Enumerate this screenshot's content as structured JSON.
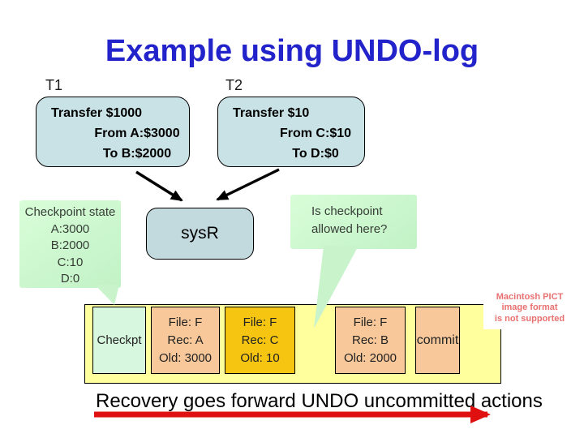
{
  "slide": {
    "title": "Example using UNDO-log"
  },
  "transactions": [
    {
      "label": "T1",
      "lines": [
        "Transfer $1000",
        "From A:$3000",
        "To B:$2000"
      ]
    },
    {
      "label": "T2",
      "lines": [
        "Transfer $10",
        "From C:$10",
        "To D:$0"
      ]
    }
  ],
  "system": {
    "label": "sysR"
  },
  "callouts": {
    "checkpoint_state": {
      "lines": [
        "Checkpoint state",
        "A:3000",
        "B:2000",
        "C:10",
        "D:0"
      ]
    },
    "question": {
      "lines": [
        "Is checkpoint",
        "allowed here?"
      ]
    }
  },
  "log": {
    "entries": [
      {
        "lines": [
          "Checkpt"
        ],
        "color": "#d7f8de"
      },
      {
        "lines": [
          "File: F",
          "Rec: A",
          "Old: 3000"
        ],
        "color": "#f8c89a"
      },
      {
        "lines": [
          "File: F",
          "Rec: C",
          "Old: 10"
        ],
        "color": "#f5c511"
      },
      {
        "lines": [
          "File: F",
          "Rec: B",
          "Old: 2000"
        ],
        "color": "#f8c89a"
      },
      {
        "lines": [
          "commit"
        ],
        "color": "#f8c89a"
      }
    ]
  },
  "pict_notice": {
    "lines": [
      "Macintosh PICT",
      "image format",
      "is not supported"
    ]
  },
  "caption": {
    "text": "Recovery goes forward UNDO uncommitted actions"
  },
  "colors": {
    "title_blue": "#2323cb",
    "box_blue": "#c9e2e6",
    "sysr_blue": "#c2dade",
    "strip_yellow": "#ffff9d",
    "callout_green": "#ccf5cc",
    "entry_green": "#d7f8de",
    "entry_peach": "#f8c89a",
    "entry_gold": "#f5c511",
    "notice_red": "#e87070",
    "arrow_red": "#e01010"
  }
}
